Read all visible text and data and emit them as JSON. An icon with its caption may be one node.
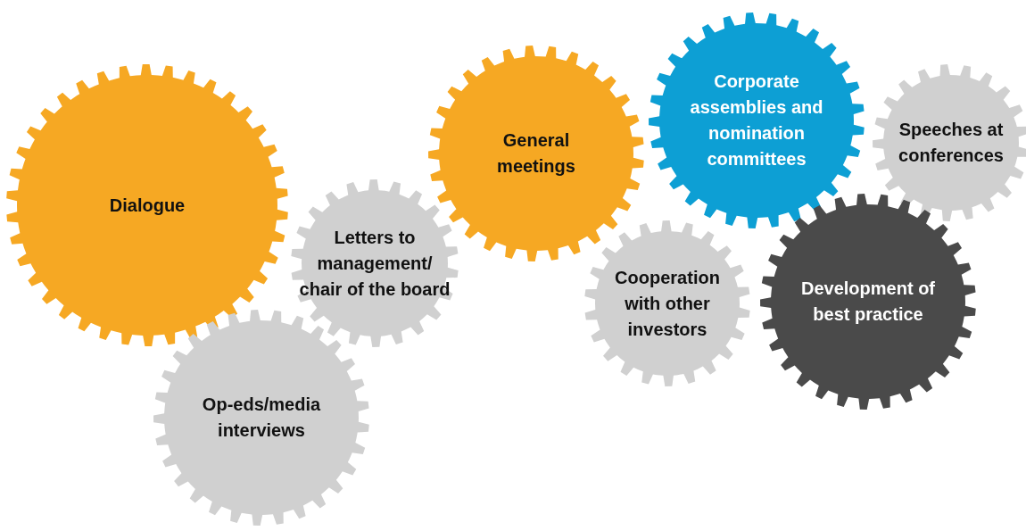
{
  "diagram": {
    "nodes": [
      {
        "text": [
          "Dialogue"
        ]
      },
      {
        "text": [
          "Letters to management/ chair of the board"
        ]
      },
      {
        "text": [
          "Op-eds/media interviews"
        ]
      },
      {
        "text": [
          "General meetings"
        ]
      },
      {
        "text": [
          "Corporate assemblies and nomination committees"
        ]
      },
      {
        "text": [
          "Speeches at conferences"
        ]
      },
      {
        "text": [
          "Cooperation with other investors"
        ]
      },
      {
        "text": [
          "Development of best practice"
        ]
      }
    ]
  }
}
